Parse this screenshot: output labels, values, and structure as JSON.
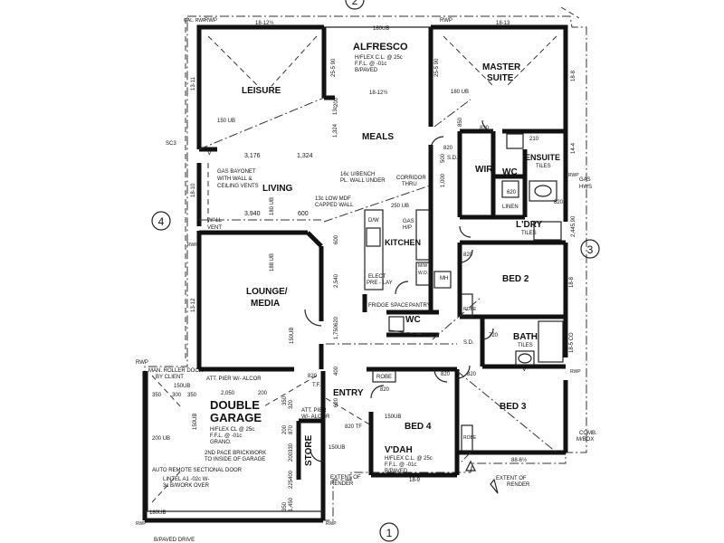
{
  "rooms": {
    "alfresco": {
      "name": "ALFRESCO",
      "note1": "H/FLEX C.L. @ 25c",
      "note2": "F.F.L. @ -01c",
      "note3": "B/PAVED"
    },
    "leisure": "LEISURE",
    "master_suite_1": "MASTER",
    "master_suite_2": "SUITE",
    "meals": "MEALS",
    "living": "LIVING",
    "kitchen": "KITCHEN",
    "ensuite": "ENSUITE",
    "ensuite_tiles": "TILES",
    "wir": "WIR",
    "wc1": "WC",
    "ldry": "L'DRY",
    "ldry_tiles": "TILES",
    "linen": "LINEN",
    "lounge_1": "LOUNGE/",
    "lounge_2": "MEDIA",
    "bed2": "BED 2",
    "bath": "BATH",
    "bath_tiles": "TILES",
    "wc2": "WC",
    "pantry": "PANTRY",
    "fridge": "FRIDGE SPACE",
    "robe1": "ROBE",
    "robe2": "ROBE",
    "robe3": "ROBE",
    "garage_1": "DOUBLE",
    "garage_2": "GARAGE",
    "entry": "ENTRY",
    "bed4": "BED 4",
    "bed3": "BED 3",
    "vdah": {
      "name": "V'DAH",
      "note1": "H/FLEX C.L. @ 25c",
      "note2": "F.F.L. @ -01c",
      "note3": "B/PAVED"
    },
    "store": "STORE"
  },
  "notes": {
    "gas_bayonet_1": "GAS BAYONET",
    "gas_bayonet_2": "WITH WALL &",
    "gas_bayonet_3": "CEILING VENTS",
    "ubench_1": "16c U/BENCH",
    "ubench_2": "PL. WALL UNDER",
    "mdf_1": "13c LOW MDF",
    "mdf_2": "CAPPED WALL",
    "corridor": "CORRIDOR",
    "thru": "THRU",
    "wall_vent_1": "WALL",
    "wall_vent_2": "VENT",
    "elect_1": "ELECT",
    "elect_2": "PRE - LAY",
    "mw": "M/W",
    "wo": "W.O.",
    "dw": "D/W",
    "gas_hp_1": "GAS",
    "gas_hp_2": "H/P",
    "mh": "MH",
    "sd1": "S.D.",
    "sd2": "S.D.",
    "tf1": "T.F.",
    "tf2": "820 TF",
    "garage_note1": "H/FLEX CL @ 25c",
    "garage_note2": "F.F.L. @ -01c",
    "garage_note3": "GRANO.",
    "garage_note4": "2ND PACE BRICKWORK",
    "garage_note5": "TO INSIDE OF GARAGE",
    "roller_door_1": "MAN. ROLLER DOOR",
    "roller_door_2": "BY CLIENT",
    "auto_door": "AUTO REMOTE SECTIONAL DOOR",
    "lintel_1": "LINTEL A1 -02c W-",
    "lintel_2": "3c B/WORK OVER",
    "att_pier_1": "ATT. PIER W/- ALCOR",
    "att_pier_2": "ATT. PIER",
    "att_pier_3": "W/- ALCOR",
    "extent_render_1a": "EXTENT OF",
    "extent_render_1b": "RENDER",
    "extent_render_2a": "EXTENT OF",
    "extent_render_2b": "RENDER",
    "comb_1": "COMB.",
    "comb_2": "M/BOX",
    "gas_hw_1": "GAS",
    "gas_hw_2": "HWS",
    "paved_drive": "B/PAVED DRIVE",
    "sc3": "SC3",
    "rwp_1": "RWP",
    "rwp_2": "RWP",
    "rwp_3": "RWP",
    "rwp_4": "RWP",
    "rwp_5": "RWP",
    "rwp_6": "RWP",
    "rwp_7": "RWP",
    "rwp_8": "RWP",
    "v_mark1": "V",
    "v_mark2": "V",
    "gal_rwp": "GAL. RWP"
  },
  "dims": {
    "d1": "18-12½",
    "d2": "18-13",
    "d3": "18-12½",
    "d4": "180UB",
    "d5": "150 UB",
    "d6": "180 UB",
    "d7": "3,176",
    "d8": "1,324",
    "d9": "1,324",
    "d10": "3,940",
    "d11": "600",
    "d12": "600",
    "d13": "2,540",
    "d14": "1,750",
    "d15": "1,000",
    "d16": "500",
    "d17": "2,050",
    "d18": "200",
    "d19": "150UB",
    "d20": "350",
    "d21": "300",
    "d22": "350",
    "d23": "820",
    "d24": "820",
    "d25": "820",
    "d26": "820",
    "d27": "820",
    "d28": "720",
    "d29": "210",
    "d30": "620",
    "d31": "820",
    "d32": "820",
    "d33": "820",
    "d34": "1,450",
    "d35": "150UB",
    "d36": "150UB",
    "d37": "18-8",
    "d38": "18-9",
    "d39": "88-6½",
    "d40": "18-10",
    "d41": "13-11",
    "d42": "13-12",
    "d43": "18-8",
    "d44": "14-4",
    "d45": "2,445.90",
    "d46": "18-5 CO",
    "d47": "25-5 90",
    "d48": "25-5 90",
    "d49": "188 UB",
    "d50": "180 UB",
    "d51": "150UB",
    "d52": "400",
    "d53": "200 UB",
    "d54": "13c",
    "d55": "150UB",
    "d56": "180UB",
    "d57": "870",
    "d58": "200",
    "d59": "620",
    "d60": "620",
    "d61": "200",
    "d62": "250 UB",
    "d63": "16c",
    "d64": "850",
    "d65": "320",
    "d66": "330",
    "d67": "400",
    "d68": "225",
    "d69": "350",
    "d70": "200",
    "d71": "350"
  },
  "markers": {
    "top": "2",
    "left": "4",
    "right": "3",
    "bottom": "1"
  }
}
